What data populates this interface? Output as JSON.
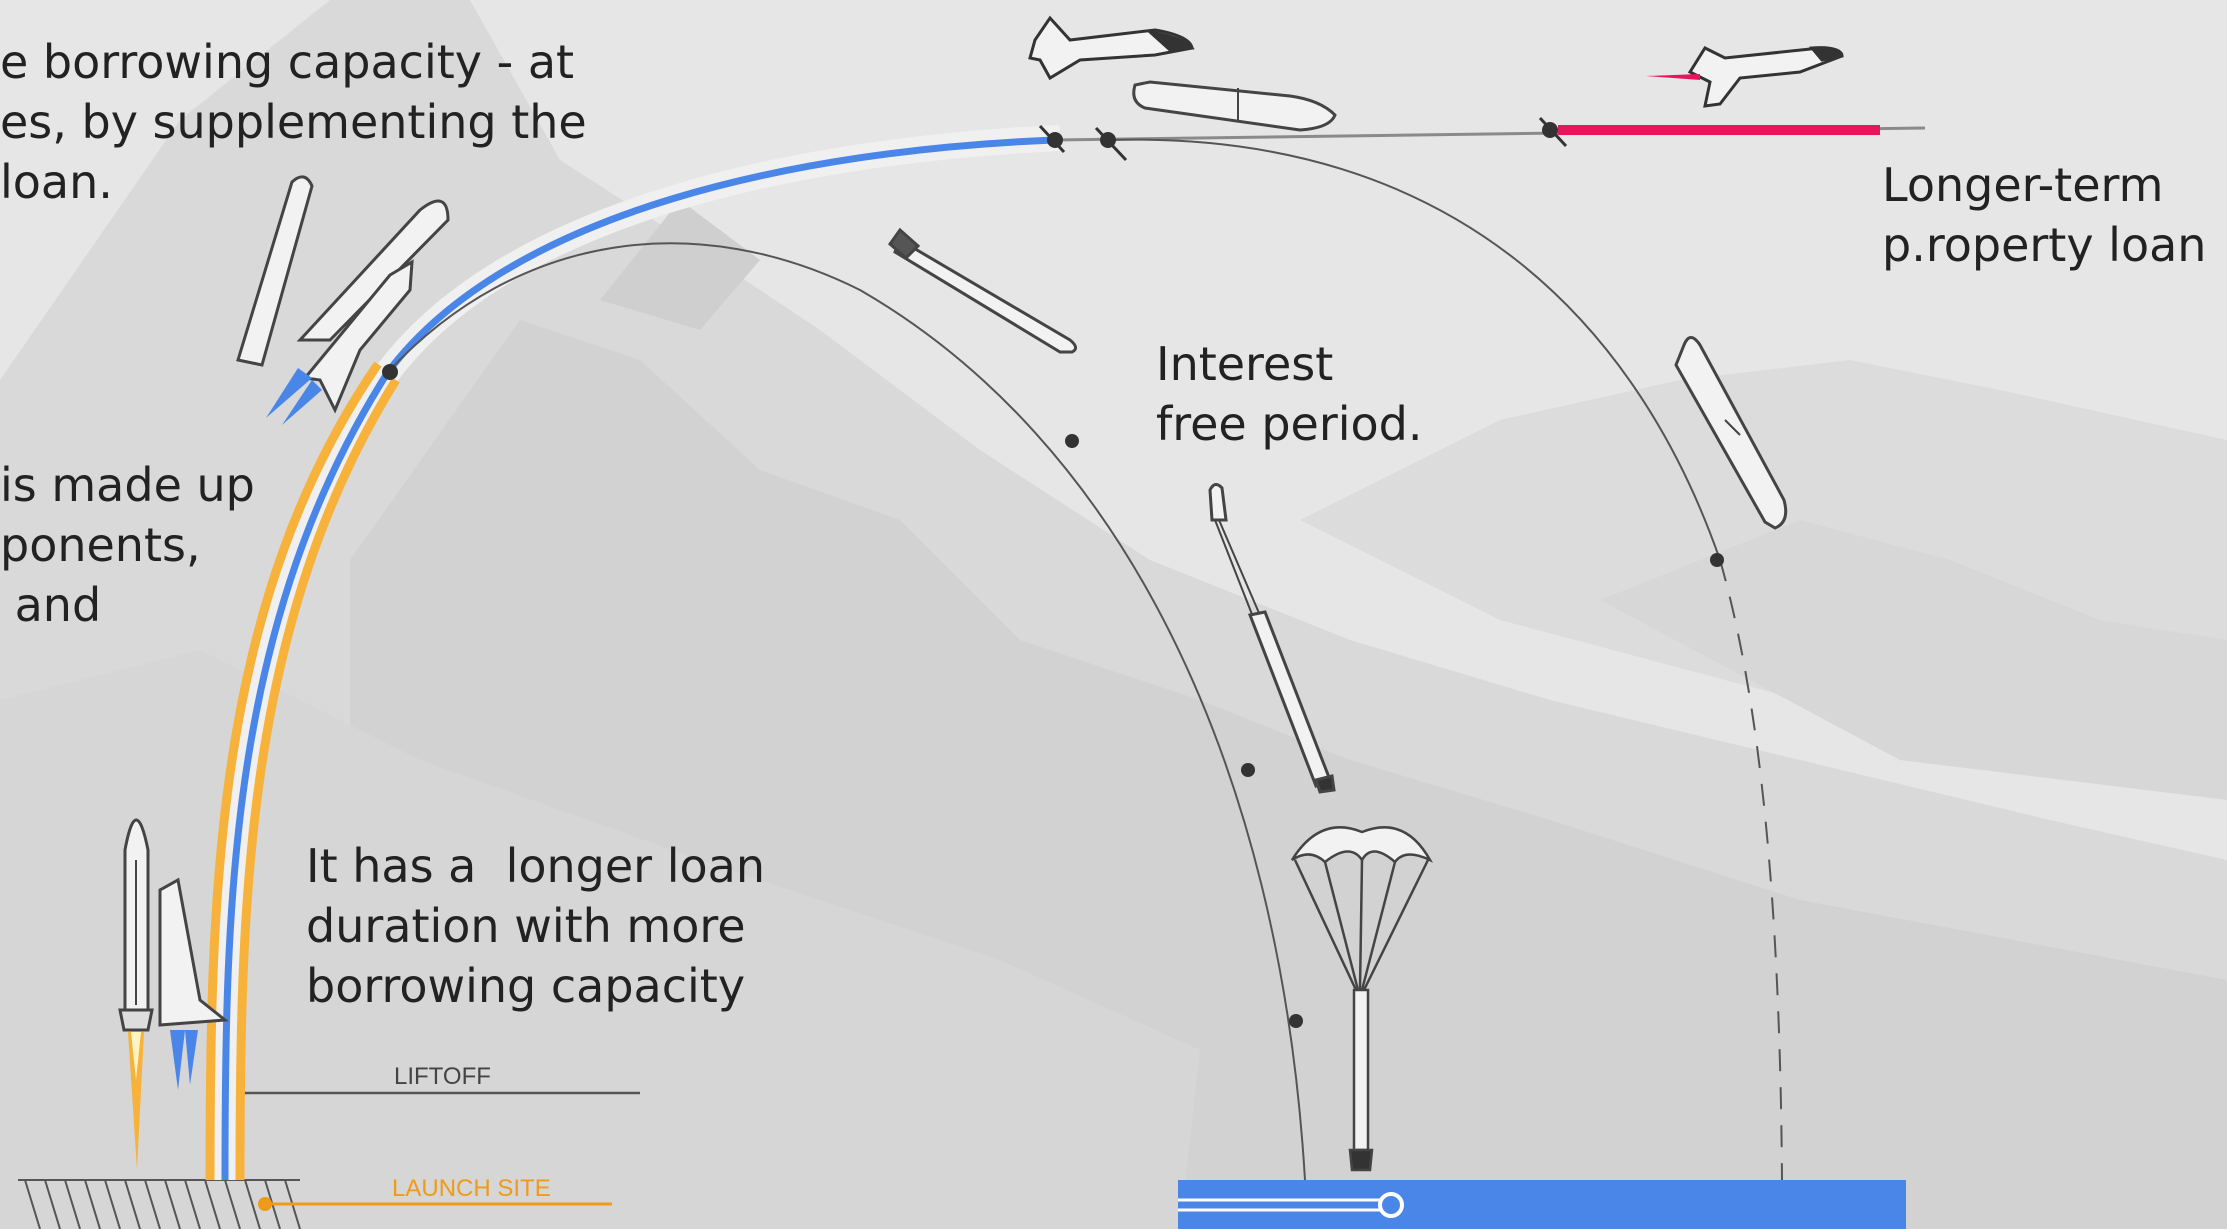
{
  "labels": {
    "top_left": "e borrowing capacity - at\nes, by supplementing the\nloan.",
    "mid_left": "is made up\nponents,\n and",
    "longer_loan": "It has a  longer loan\nduration with more\nborrowing capacity",
    "interest_free": "Interest\nfree period.",
    "longer_term": "Longer-term\np.roperty loan",
    "liftoff": "LIFTOFF",
    "launch_site": "LAUNCH SITE"
  },
  "colors": {
    "background": "#e4e4e4",
    "orange": "#f7b23b",
    "blue": "#4a86e8",
    "pink": "#e8155d",
    "line": "#555555",
    "ocean": "#4a86e8",
    "launch_site_text": "#f09a1a"
  },
  "icons": [
    "shuttle-stack-icon",
    "shuttle-orbiter-icon",
    "external-tank-icon",
    "solid-booster-icon",
    "parachute-icon",
    "flame-icon"
  ]
}
